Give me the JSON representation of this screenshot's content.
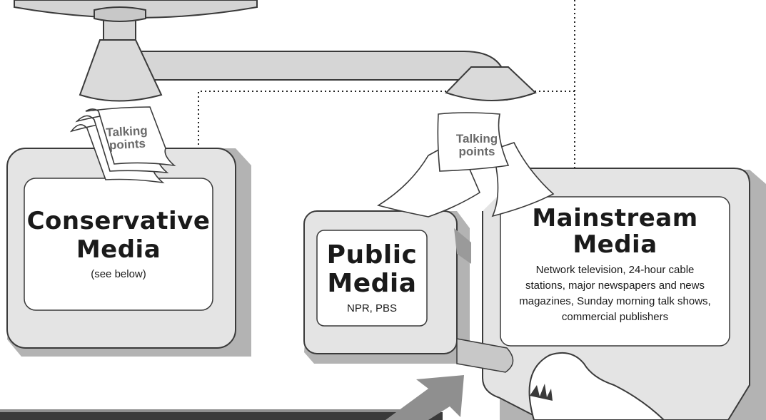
{
  "conservative": {
    "title_line1": "Conservative",
    "title_line2": "Media",
    "subtitle": "(see below)"
  },
  "public": {
    "title_line1": "Public",
    "title_line2": "Media",
    "subtitle": "NPR, PBS"
  },
  "mainstream": {
    "title_line1": "Mainstream",
    "title_line2": "Media",
    "desc_lines": [
      "Network television, 24-hour cable",
      "stations, major newspapers and news",
      "magazines, Sunday morning talk shows,",
      "commercial publishers"
    ]
  },
  "talking_points": {
    "line1": "Talking",
    "line2": "points"
  },
  "colors": {
    "fill": "#e4e4e4",
    "shadow": "#b3b3b3",
    "stroke": "#3a3a3a",
    "arrow": "#8f8f8f",
    "dark_band": "#3a3a3a"
  }
}
